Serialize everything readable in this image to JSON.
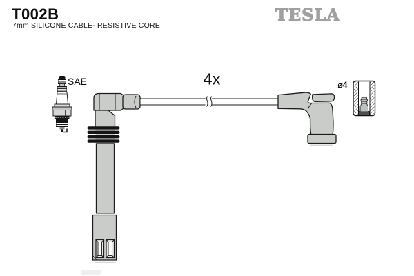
{
  "header": {
    "part_number": "T002B",
    "subtitle": "7mm SILICONE CABLE- RESISTIVE CORE",
    "brand_logo": "TESLA"
  },
  "diagram": {
    "quantity_label": "4x",
    "spark_plug_label": "SAE",
    "terminal_diameter_label": "⌀4",
    "colors": {
      "boot_gray": "#c9ccc8",
      "outline": "#1c1c1c",
      "logo_gray": "#a0a0a0"
    }
  }
}
